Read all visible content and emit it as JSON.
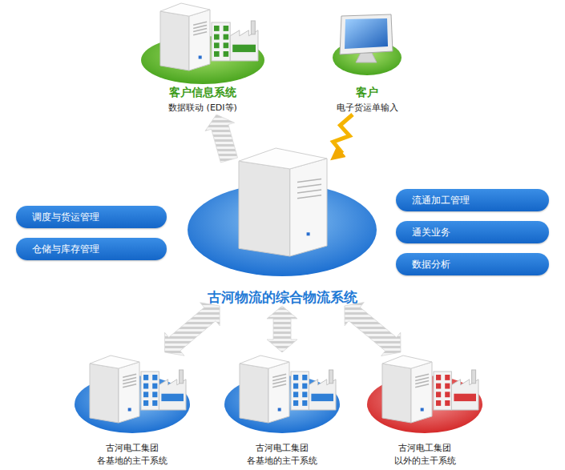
{
  "diagram": {
    "nodes": [
      {
        "text": [
          "客户信息系统",
          "数据联动 (EDI等)"
        ]
      },
      {
        "text": [
          "客户",
          "电子货运单输入"
        ]
      },
      {
        "text": [
          "古河物流的综合物流系统"
        ]
      },
      {
        "text": [
          "调度与货运管理"
        ]
      },
      {
        "text": [
          "仓储与库存管理"
        ]
      },
      {
        "text": [
          "流通加工管理"
        ]
      },
      {
        "text": [
          "通关业务"
        ]
      },
      {
        "text": [
          "数据分析"
        ]
      },
      {
        "text": [
          "古河电工集团 各基地的主干系统"
        ]
      },
      {
        "text": [
          "古河电工集团 各基地的主干系统"
        ]
      },
      {
        "text": [
          "古河电工集团 以外的主干系统"
        ]
      }
    ],
    "edges": [
      {
        "from": 2,
        "to": 0,
        "arrow": "to"
      },
      {
        "from": 1,
        "to": 2,
        "arrow": "to"
      },
      {
        "from": 2,
        "to": 8,
        "arrow": "both"
      },
      {
        "from": 2,
        "to": 9,
        "arrow": "both"
      },
      {
        "from": 2,
        "to": 10,
        "arrow": "both"
      }
    ]
  }
}
